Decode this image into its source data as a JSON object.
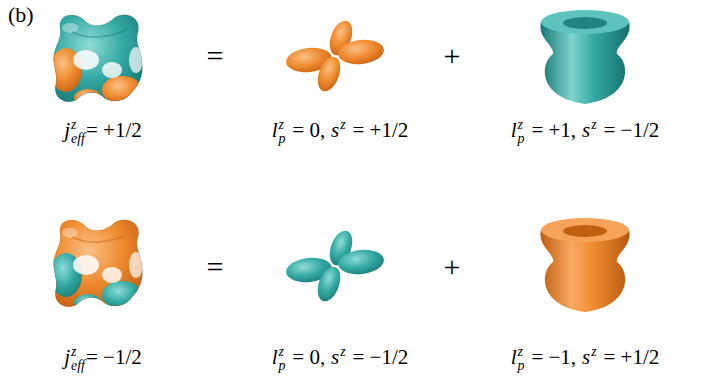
{
  "diagram": {
    "labels": [
      "(b)",
      "=",
      "+",
      "j",
      "z",
      "eff",
      "= +1/2",
      "l",
      "z",
      "p",
      "= 0,",
      "s",
      "z",
      "= +1/2",
      "l",
      "z",
      "p",
      "= +1,",
      "s",
      "z",
      "= −1/2",
      "=",
      "+",
      "j",
      "z",
      "eff",
      "= −1/2",
      "l",
      "z",
      "p",
      "= 0,",
      "s",
      "z",
      "= −1/2",
      "l",
      "z",
      "p",
      "= −1,",
      "s",
      "z",
      "= +1/2"
    ]
  }
}
